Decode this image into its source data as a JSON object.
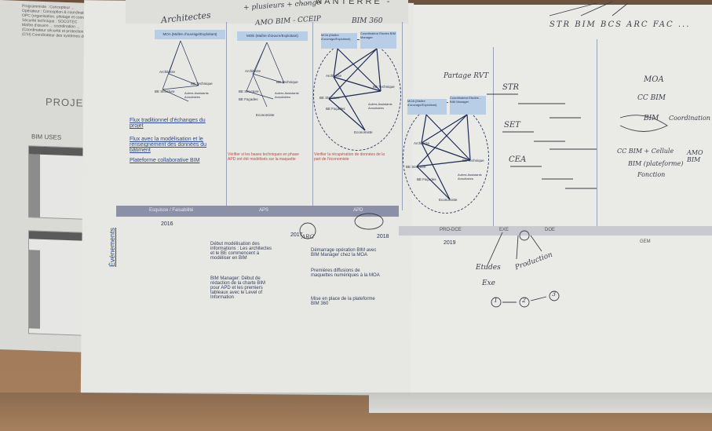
{
  "left_doc": {
    "title": "PROJET ECOLE",
    "section": "BIM USES",
    "lines": [
      "Programmiste : Concepteur ...",
      "Opérateur : Conception & coordination",
      "OPC (organisation, pilotage et coordination)",
      "Sécurité technique : SOCOTEC",
      "Maître d'œuvre ... coordination ...",
      "(Coordinateur sécurité et protection ...)",
      "(CSI) Coordinateur des systèmes de sécurité"
    ]
  },
  "top": {
    "title": "... NANTERRE -",
    "handwritten_top_left": "Architectes",
    "handwritten_top_center": "+ plusieurs + change",
    "handwritten_top_center2": "AMO BIM - CCEIP",
    "handwritten_bim": "BIM 360",
    "handwritten_right": "STR BIM BCS ARC FAC ..."
  },
  "columns": [
    {
      "header": "MOA (Maître d'ouvrage/Exploitant)",
      "nodes": [
        "Architecte",
        "BE Technique",
        "BE Structure",
        "Autres Assistants Annuitaires"
      ]
    },
    {
      "header": "MOE (Maître d'œuvre/Exploitant)",
      "nodes": [
        "Architecte",
        "BE Technique",
        "BE Structure",
        "BE Façades",
        "Autres Assistants Annuitaires",
        "Economiste"
      ]
    },
    {
      "header": "MOA (Maître d'ouvrage/Exploitant)",
      "header2": "Coordinateur Etudes BIM Manager",
      "nodes": [
        "Architecte",
        "BE Technique",
        "BE Structure",
        "BE Façades",
        "Autres Assistants Annuitaires",
        "Economiste"
      ]
    },
    {
      "header": "MOA (Maître d'ouvrage/Exploitant)",
      "header2": "Coordinateur Etudes - BIM Manager",
      "nodes": [
        "Architecte",
        "BE Technique",
        "BE Structure",
        "BE Façades",
        "Autres Assistants Annuitaires",
        "Economiste"
      ],
      "handwritten": "Partage RVT"
    }
  ],
  "legend": [
    "Flux traditionnel d'échanges du projet",
    "Flux avec la modélisation et le renseignement des données du bâtiment",
    "Plateforme collaborative BIM"
  ],
  "notes_red": [
    "Vérifier si les bases techniques en phase APD ont été modélisés sur la maquette",
    "Vérifier la récupération de données de la part de l'économiste"
  ],
  "timeline": {
    "phases": [
      "Esquisse / Faisabilité",
      "APS",
      "APD",
      "PRO-DCE",
      "EXE",
      "DOE",
      "GEM"
    ],
    "years": [
      "2016",
      "2017",
      "2018",
      "2019"
    ]
  },
  "events_label": "Événements",
  "events": [
    {
      "text": "Début modélisation des informations : Les architectes et le BE commencent à modéliser en BIM"
    },
    {
      "text": "BIM Manager: Début de rédaction de la charte BIM pour APD et les premiers tableaux avec le Level of Information"
    },
    {
      "text": "Démarrage opération BIM avec BIM Manager chez la MOA"
    },
    {
      "text": "Premières diffusions de maquettes numériques à la MOA"
    },
    {
      "text": "Mise en place de la plateforme BIM 360"
    }
  ],
  "handwritten_right_panel": {
    "items": [
      "STR",
      "SET",
      "CEA",
      "MOA",
      "CC BIM",
      "BIM",
      "Coordination",
      "CC BIM + Cellule",
      "BIM (plateforme)",
      "AMO BIM",
      "Fonction"
    ],
    "bottom": [
      "Etudes",
      "Exe",
      "Production"
    ],
    "sequence": [
      "1",
      "2",
      "3"
    ],
    "circle_label": "ARG"
  }
}
